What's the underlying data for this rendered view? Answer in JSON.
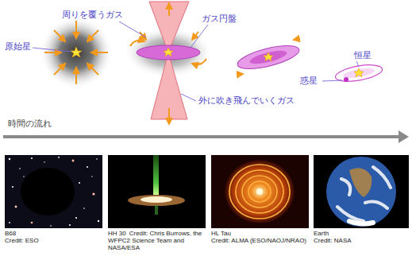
{
  "diagram": {
    "nodes": [
      {
        "text": [
          "B68",
          "Credit: ESO"
        ]
      },
      {
        "text": [
          "HH 30",
          "Credit: Chris Burrows, the WFPC2 Science Team and NASA/ESA"
        ]
      },
      {
        "text": [
          "HL Tau",
          "Credit: ALMA (ESO/NAOJ/NRAO)"
        ]
      },
      {
        "text": [
          "Earth",
          "Credit: NASA"
        ]
      }
    ],
    "edges": [],
    "labels": [
      "周りを覆うガス",
      "ガス円盤",
      "恒星",
      "原始星",
      "惑星",
      "外に吹き飛んでいくガス",
      "時間の流れ"
    ]
  }
}
